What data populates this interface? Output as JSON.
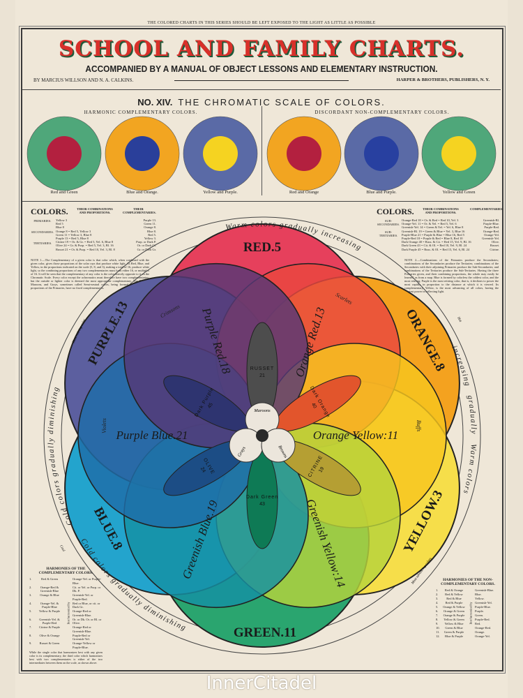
{
  "header": {
    "notice": "THE COLORED CHARTS IN THIS SERIES SHOULD BE LEFT EXPOSED TO THE LIGHT AS LITTLE AS POSSIBLE",
    "title": "SCHOOL AND FAMILY CHARTS.",
    "subtitle": "ACCOMPANIED BY A MANUAL OF OBJECT LESSONS AND ELEMENTARY INSTRUCTION.",
    "authors": "BY MARCIUS WILLSON AND N. A. CALKINS.",
    "publisher": "HARPER & BROTHERS, PUBLISHERS, N. Y."
  },
  "chart": {
    "number": "NO. XIV.",
    "name": "THE CHROMATIC SCALE OF COLORS."
  },
  "swatches": {
    "harmonic_heading": "HARMONIC COMPLEMENTARY COLORS.",
    "discordant_heading": "DISCORDANT NON-COMPLEMENTARY COLORS.",
    "items": [
      {
        "caption": "Red and Green",
        "outer": "#4fa77a",
        "inner": "#b3203f"
      },
      {
        "caption": "Blue and Orange.",
        "outer": "#f2a521",
        "inner": "#2a3f9a"
      },
      {
        "caption": "Yellow and Purple.",
        "outer": "#5a6aa6",
        "inner": "#f5d321"
      },
      {
        "caption": "Red and Orange",
        "outer": "#f2a521",
        "inner": "#b3203f"
      },
      {
        "caption": "Blue and Purple.",
        "outer": "#5a6aa6",
        "inner": "#2840a0"
      },
      {
        "caption": "Yellow and Green",
        "outer": "#4fa77a",
        "inner": "#f5d321"
      }
    ]
  },
  "left_table": {
    "heading": "COLORS.",
    "col1": "THEIR COMBINATIONS AND PROPORTIONS.",
    "col2": "THEIR COMPLEMENTARIES.",
    "groups": [
      "PRIMARIES.",
      "SECONDARIES.",
      "TERTIARIES."
    ],
    "rows": [
      {
        "name": "Yellow 3",
        "comp": "Purple 13."
      },
      {
        "name": "Red 5",
        "comp": "Green 11."
      },
      {
        "name": "Blue 8",
        "comp": "Orange 8."
      },
      {
        "name": "Orange 8 = Red 5, Yellow 3",
        "comp": "Blue 8."
      },
      {
        "name": "Green 11 = Yellow 3, Blue 8",
        "comp": "Red 5."
      },
      {
        "name": "Purple 13 = Red 5, Blue 8",
        "comp": "Yellow 3."
      },
      {
        "name": "Citrine 19 = Or. & Gr. = Red 5, Yel. 6, Blue 8",
        "comp": "Purp. or Dark P."
      },
      {
        "name": "Olive 24 = Gr. & Purp. = Red 5, Yel. 3, Bl. 16",
        "comp": "Or. or Dark Or."
      },
      {
        "name": "Russet 21 = Or. & Purp. = Red 10, Yel. 3, Bl. 8",
        "comp": "Gr. or Dark Gr."
      }
    ]
  },
  "right_table": {
    "heading": "COLORS.",
    "col1": "THEIR COMBINATIONS AND PROPORTIONS.",
    "col2": "COMPLEMENTARIES",
    "groups": [
      "SUB-SECONDARIES.",
      "SUB-TERTIARIES."
    ],
    "rows": [
      {
        "name": "Orange-Red 18 = Or. & Red = Red 10, Yel. 3",
        "comp": "Greenish-Bl."
      },
      {
        "name": "Orange-Yel. 11 = Or. & Yel. = Red 5, Yel. 6",
        "comp": "Purple-Blue."
      },
      {
        "name": "Greenish-Yel. 14 = Green & Yel. = Yel. 6, Blue 8",
        "comp": "Purple-Red."
      },
      {
        "name": "Greenish-Bl. 19 = Green & Blue = Yel. 3, Blue 16",
        "comp": "Orange-Red."
      },
      {
        "name": "Purple-Blue 21 = Purple & Blue = Blue 16, Red 5",
        "comp": "Orange-Yel."
      },
      {
        "name": "Purple-Red 18 = Purple & Red = Blue 8, Red 10",
        "comp": "Greenish-Yel."
      },
      {
        "name": "Dark Orange 40 = Russ. & Cit. = Red 15, Yel. 9, Bl. 16",
        "comp": "Olive."
      },
      {
        "name": "Dark Green 43 = Cit. & Ol. = Red 10, Yel. 9, Bl. 24",
        "comp": "Russet."
      },
      {
        "name": "Dark Purple 45 = Russ. & Ol. = Red 15, Yel. 6, Bl. 24",
        "comp": "Citrine."
      }
    ]
  },
  "notes": {
    "note1": "NOTE 1.—The Complementary of a given color is that color which, when combined with the given color, gives those proportions of the solar rays that produce white light. As Red, Blue, and Yellow, in the proportions indicated on the scale (5, 8, and 3), making a total of 16, produce white light, so the combining proportions of any two complementaries must form either 16, or multiples of 16. It will be seen that the complementary of any color is the color directly opposite to it on the Chromatic Scale. Every color except the achromatics must therefore have two complementaries; but the outside or lighter color is deemed the most appropriate complementary. The Browns, Maroons, and Grays, sometimes called Semi-neutral colors, being formed by no definite proportions of the Primaries, have no fixed complementaries.",
    "note2": "NOTE 2.—Combinations of the Primaries produce the Secondaries; combinations of the Secondaries produce the Tertiaries; combinations of the Secondaries with their adjoining Primaries produce the Sub-Secondaries; and combinations of the Tertiaries produce the Sub-Tertiaries. Having the three Primaries given, and their combining proportions, the whole may easily be learned, as from a map. Blue is formed by colorless the coldest color, and the most retiring; Purple is the most retiring color, that is, it declines to power the most rapidly in proportion to the distance at which it is viewed. Its complementary, Yellow, is the most advancing of all colors, having the greatest power in reflecting light."
  },
  "harmonies_left": {
    "heading": "HARMONIES OF THE COMPLEMENTARY COLORS.",
    "side_label": "Best harmonized by",
    "rows": [
      {
        "pair": "Red & Green",
        "by": "Orange-Yel. or Purple-Blue."
      },
      {
        "pair": "Orange-Red & Greenish-Blue",
        "by": "Cit. or Yel. or Purp. or Dk. P."
      },
      {
        "pair": "Orange & Blue",
        "by": "Greenish-Yel. or Purple-Red."
      },
      {
        "pair": "Orange-Yel. & Purple-Blue",
        "by": "Red or Blue, or cit. or Dark Gr."
      },
      {
        "pair": "Yellow & Purple",
        "by": "Orange-Red or Greenish-Blue."
      },
      {
        "pair": "Greenish-Yel. & Purple-Red",
        "by": "Or. or Dk. Or. or Bl. or Olive."
      },
      {
        "pair": "Citrine & Purple",
        "by": "Orange-Red or Greenish-Blue."
      },
      {
        "pair": "Olive & Orange",
        "by": "Purple-Red or Greenish-Yel."
      },
      {
        "pair": "Russet & Green",
        "by": "Orange-Yellow or Purple-Blue."
      }
    ],
    "footer": "While the single color that harmonizes best with any given color is its complementary, the third color which harmonizes best with two complementaries is either of the two intermediates between them on the scale, as shown above."
  },
  "harmonies_right": {
    "heading": "HARMONIES OF THE NON-COMPLEMENTARY COLORS.",
    "side_label": "Best harmonized by",
    "rows": [
      {
        "pair": "Red & Orange",
        "by": "Greenish-Blue."
      },
      {
        "pair": "Red & Yellow",
        "by": "Blue."
      },
      {
        "pair": "Red & Blue",
        "by": "Yellow."
      },
      {
        "pair": "Red & Purple",
        "by": "Greenish-Yel."
      },
      {
        "pair": "Orange & Yellow",
        "by": "Purple-Blue."
      },
      {
        "pair": "Orange & Green",
        "by": "Purple."
      },
      {
        "pair": "Orange & Purple",
        "by": "Green."
      },
      {
        "pair": "Yellow & Green",
        "by": "Purple-Red."
      },
      {
        "pair": "Yellow & Blue",
        "by": "Red."
      },
      {
        "pair": "Green & Blue",
        "by": "Orange-Red."
      },
      {
        "pair": "Green & Purple",
        "by": "Orange."
      },
      {
        "pair": "Blue & Purple",
        "by": "Orange-Yel."
      }
    ]
  },
  "wheel": {
    "ring_warm": "Warm colors gradually increasing",
    "ring_warm2": "increasing   gradually   Warm colors",
    "ring_cold": "Cold colors gradually diminishing",
    "ring_cold2": "Cold colors gradually diminishing",
    "most_retiring": "Most retiring color",
    "most_advancing": "Most advancing colors",
    "hot": "Hot",
    "cool": "Cool",
    "primaries": [
      {
        "label": "RED.5",
        "color": "#e6405c"
      },
      {
        "label": "ORANGE.8",
        "color": "#f4a21f"
      },
      {
        "label": "YELLOW.3",
        "color": "#f6de4a"
      },
      {
        "label": "GREEN.11",
        "color": "#2aa56f"
      },
      {
        "label": "BLUE.8",
        "color": "#23a4cd"
      },
      {
        "label": "PURPLE.13",
        "color": "#5c5f9f"
      }
    ],
    "intermediates": [
      {
        "label": "Orange Red.13",
        "color": "#e9473f"
      },
      {
        "label": "Orange Yellow:11",
        "color": "#f6c61f"
      },
      {
        "label": "Greenish Yellow:14",
        "color": "#b6d33c"
      },
      {
        "label": "Greenish Blue.19",
        "color": "#1590a3"
      },
      {
        "label": "Purple Blue.21",
        "color": "#1e6ca8"
      },
      {
        "label": "Purple Red.18",
        "color": "#563876"
      }
    ],
    "tints": {
      "crimsons": "Crimsons",
      "scarlets": "Scarlets",
      "violets": "Violets",
      "buffs": "Buffs"
    },
    "lenses": [
      {
        "label": "RUSSET",
        "value": "21",
        "color": "#4d4d4d"
      },
      {
        "label": "Dark Orange",
        "value": "40",
        "color": "#e2552c"
      },
      {
        "label": "CITRINE",
        "value": "19",
        "color": "#b59f33"
      },
      {
        "label": "Dark Green",
        "value": "43",
        "color": "#0e7a55"
      },
      {
        "label": "OLIVE",
        "value": "24",
        "color": "#1c4d85"
      },
      {
        "label": "Dark Purple",
        "value": "45",
        "color": "#2e3470"
      }
    ],
    "center": {
      "maroons": "Maroons",
      "grays": "Grays",
      "browns": "Browns"
    }
  },
  "watermark": "InnerCitadel"
}
